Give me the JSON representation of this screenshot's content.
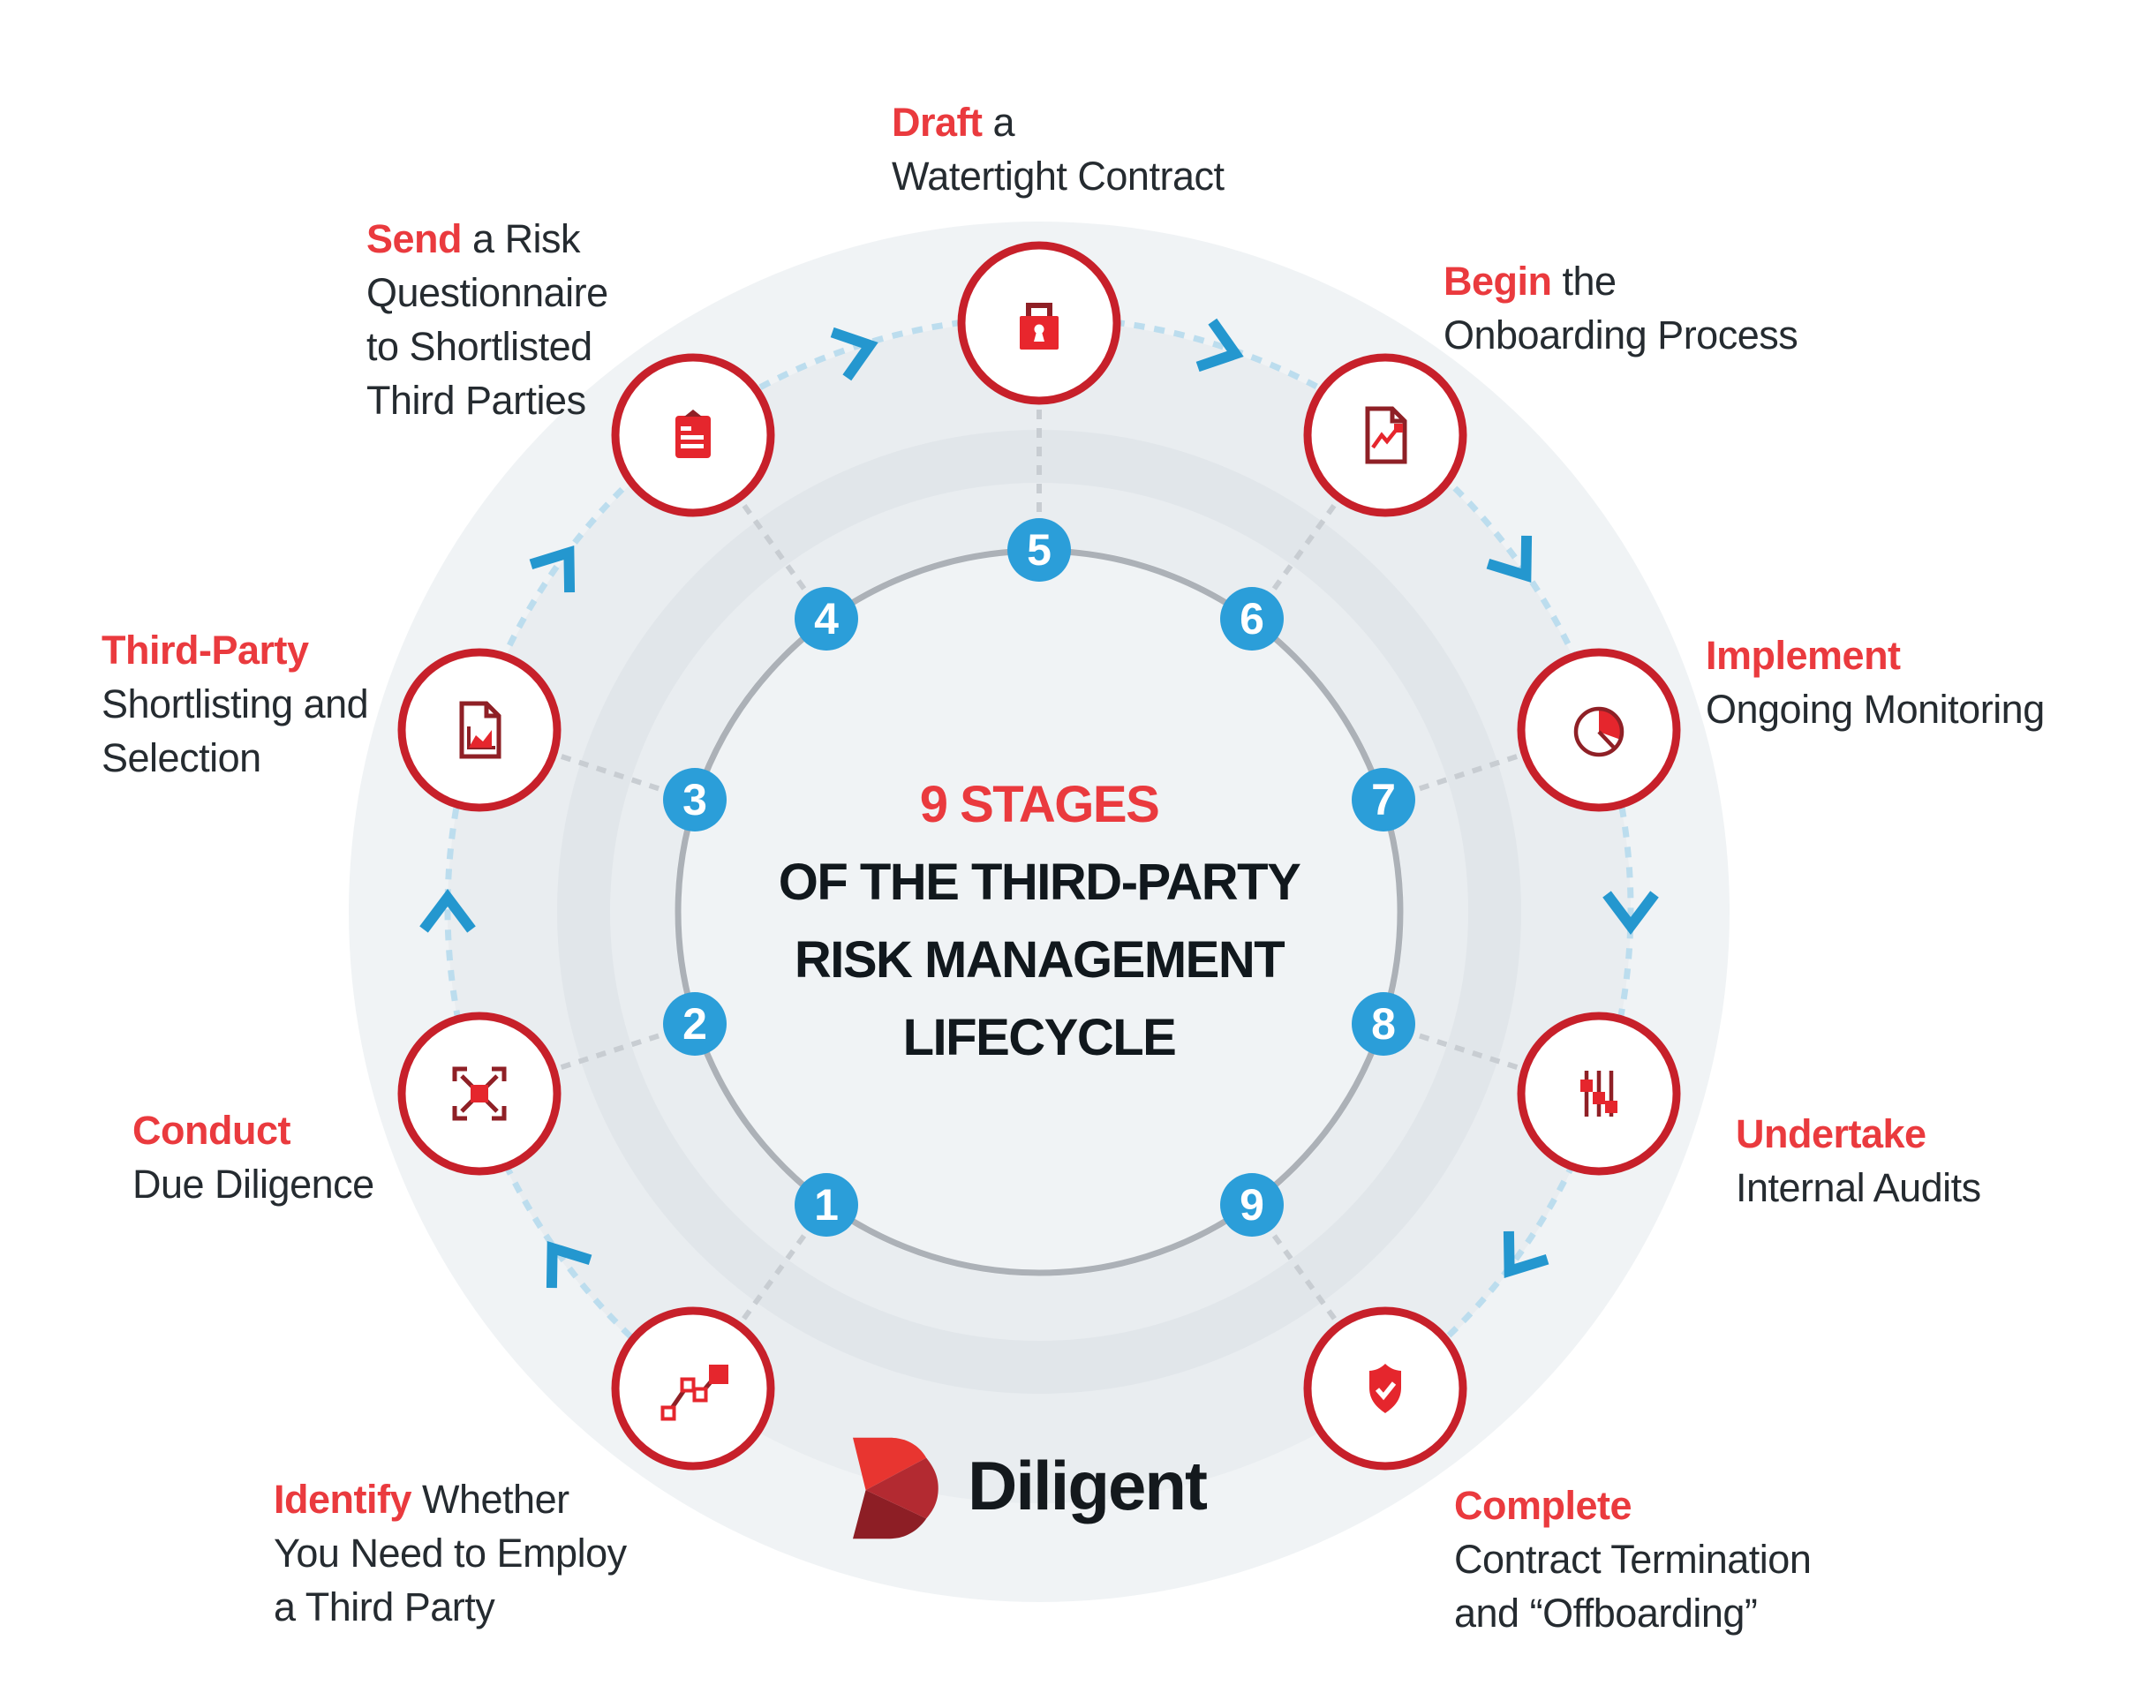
{
  "title": {
    "stages_count": "9 STAGES",
    "line2": "OF THE THIRD-PARTY",
    "line3": "RISK MANAGEMENT",
    "line4": "LIFECYCLE"
  },
  "brand": {
    "name": "Diligent"
  },
  "stages": [
    {
      "number": "1",
      "keyword": "Identify",
      "keyword_rest": " Whether",
      "line2": "You Need to Employ",
      "line3": "a Third Party",
      "icon": "trend-chart"
    },
    {
      "number": "2",
      "keyword": "Conduct",
      "keyword_rest": "",
      "line2": "Due Diligence",
      "icon": "expand-arrows"
    },
    {
      "number": "3",
      "keyword": "Third-Party",
      "keyword_rest": "",
      "line2": "Shortlisting and",
      "line3": "Selection",
      "icon": "document-area-chart"
    },
    {
      "number": "4",
      "keyword": "Send",
      "keyword_rest": " a Risk",
      "line2": "Questionnaire",
      "line3": "to Shortlisted",
      "line4": "Third Parties",
      "icon": "clipboard"
    },
    {
      "number": "5",
      "keyword": "Draft",
      "keyword_rest": " a",
      "line2": "Watertight Contract",
      "icon": "lock"
    },
    {
      "number": "6",
      "keyword": "Begin",
      "keyword_rest": " the",
      "line2": "Onboarding Process",
      "icon": "document-trend"
    },
    {
      "number": "7",
      "keyword": "Implement",
      "keyword_rest": "",
      "line2": "Ongoing Monitoring",
      "icon": "pie-chart"
    },
    {
      "number": "8",
      "keyword": "Undertake",
      "keyword_rest": "",
      "line2": "Internal Audits",
      "icon": "sliders"
    },
    {
      "number": "9",
      "keyword": "Complete",
      "keyword_rest": "",
      "line2": "Contract Termination",
      "line3": "and “Offboarding”",
      "icon": "shield-check"
    }
  ],
  "colors": {
    "accent_red": "#EA3A3E",
    "icon_red": "#E5262D",
    "dark_red": "#8F2026",
    "ring_red": "#C7202A",
    "badge_blue": "#2B9ED9",
    "chevron_blue": "#2497CF",
    "arc_dash_blue": "#BCDDEE",
    "radial_dash_gray": "#C8CDD2",
    "disc_gray": "#F0F3F5",
    "band_gray": "#E1E6EA"
  }
}
